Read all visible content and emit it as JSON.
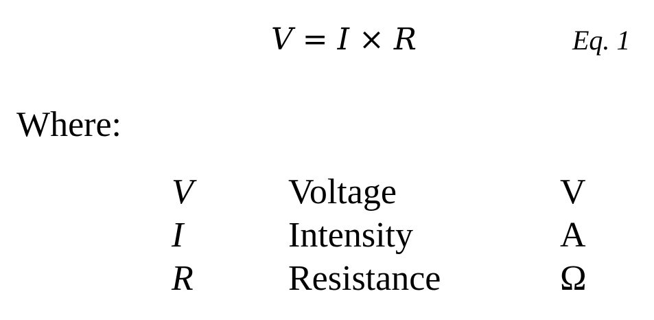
{
  "equation": {
    "lhs": "V",
    "equals": "=",
    "term1": "I",
    "operator": "×",
    "term2": "R",
    "label": "Eq. 1"
  },
  "where_label": "Where:",
  "definitions": [
    {
      "symbol": "V",
      "name": "Voltage",
      "unit": "V"
    },
    {
      "symbol": "I",
      "name": "Intensity",
      "unit": "A"
    },
    {
      "symbol": "R",
      "name": "Resistance",
      "unit": "Ω"
    }
  ]
}
